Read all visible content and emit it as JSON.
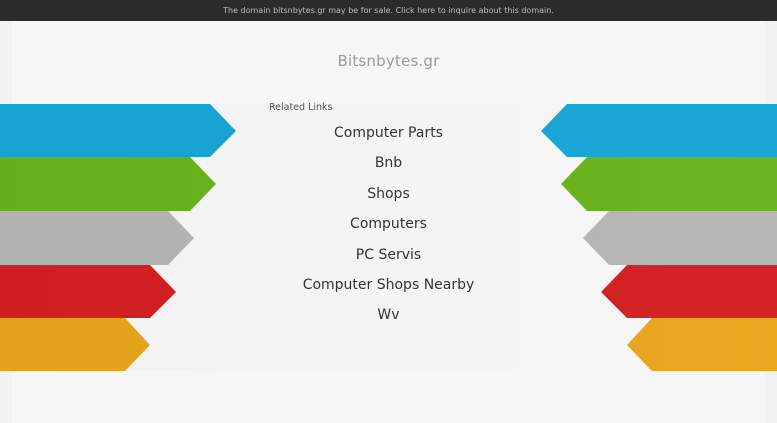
{
  "banner": {
    "text": "The domain bitsnbytes.gr may be for sale. Click here to inquire about this domain."
  },
  "site": {
    "title": "Bitsnbytes.gr"
  },
  "related": {
    "label": "Related Links",
    "links": [
      "Computer Parts",
      "Bnb",
      "Shops",
      "Computers",
      "PC Servis",
      "Computer Shops Nearby",
      "Wv"
    ]
  },
  "colors": {
    "blue": "#17a6d6",
    "green": "#67b31b",
    "gray": "#b5b5b5",
    "red": "#d31f21",
    "orange": "#e9a51c"
  }
}
